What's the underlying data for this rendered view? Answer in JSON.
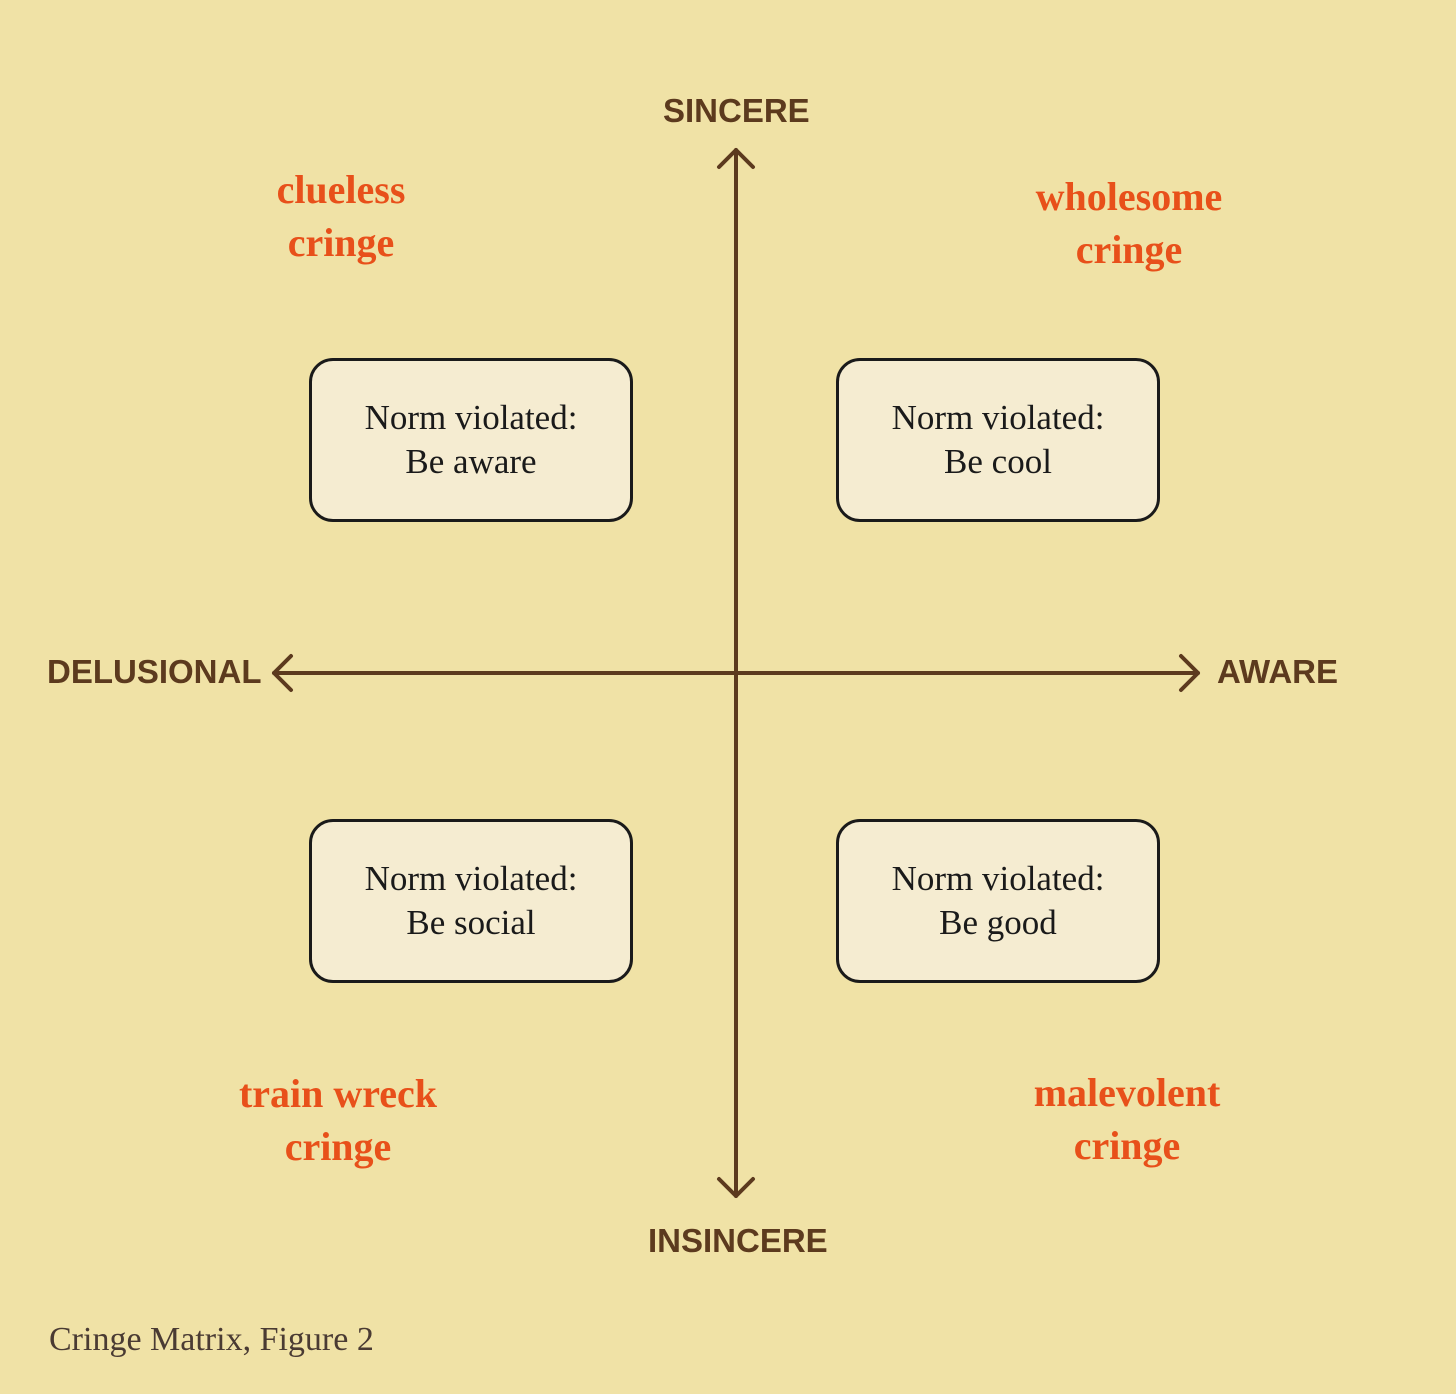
{
  "colors": {
    "background": "#f0e2a6",
    "axis": "#5c3a1e",
    "quadrant_label": "#e8501a",
    "box_fill": "#f5ecd1",
    "box_border": "#1a1a1a",
    "caption": "#4a3b33"
  },
  "axes": {
    "top": "SINCERE",
    "bottom": "INSINCERE",
    "left": "DELUSIONAL",
    "right": "AWARE"
  },
  "quadrants": {
    "top_left": {
      "label_line1": "clueless",
      "label_line2": "cringe",
      "norm_line1": "Norm violated:",
      "norm_line2": "Be aware"
    },
    "top_right": {
      "label_line1": "wholesome",
      "label_line2": "cringe",
      "norm_line1": "Norm violated:",
      "norm_line2": "Be cool"
    },
    "bottom_left": {
      "label_line1": "train wreck",
      "label_line2": "cringe",
      "norm_line1": "Norm violated:",
      "norm_line2": "Be social"
    },
    "bottom_right": {
      "label_line1": "malevolent",
      "label_line2": "cringe",
      "norm_line1": "Norm violated:",
      "norm_line2": "Be good"
    }
  },
  "caption": "Cringe Matrix, Figure 2"
}
